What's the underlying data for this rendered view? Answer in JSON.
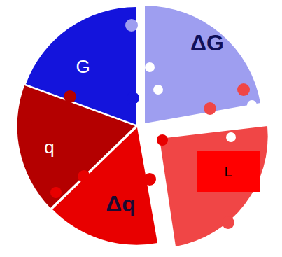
{
  "diagram": {
    "nodes": [
      {
        "text": [
          "G"
        ]
      },
      {
        "text": [
          "ΔG"
        ]
      },
      {
        "text": [
          "q"
        ]
      },
      {
        "text": [
          "L"
        ]
      },
      {
        "text": [
          "Δq"
        ]
      }
    ]
  }
}
